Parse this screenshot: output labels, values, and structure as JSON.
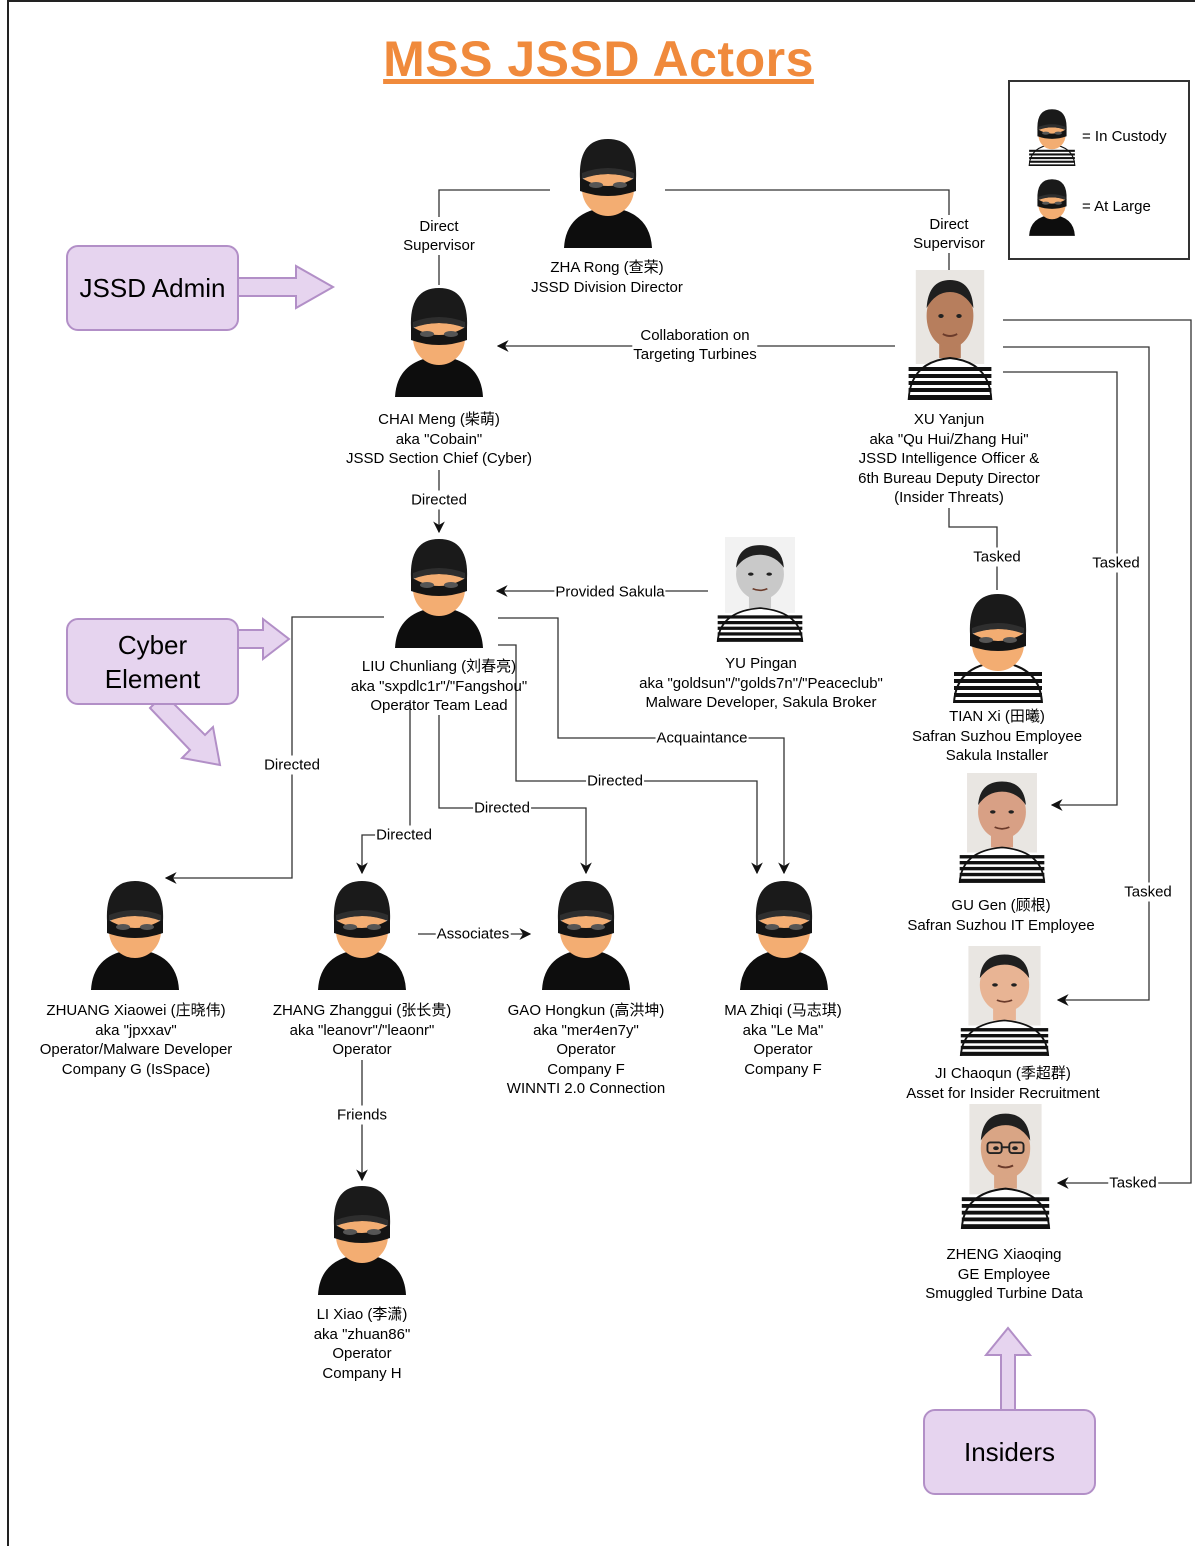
{
  "title": "MSS JSSD Actors",
  "legend": {
    "in_custody": "= In Custody",
    "at_large": "= At Large"
  },
  "callouts": {
    "jssd_admin": "JSSD Admin",
    "cyber_element": "Cyber\nElement",
    "insiders": "Insiders"
  },
  "people": [
    {
      "key": "zha",
      "status": "at-large",
      "lines": [
        "ZHA Rong (查荣)",
        "JSSD Division Director"
      ]
    },
    {
      "key": "chai",
      "status": "at-large",
      "lines": [
        "CHAI Meng (柴萌)",
        "aka \"Cobain\"",
        "JSSD Section Chief (Cyber)"
      ]
    },
    {
      "key": "xu",
      "status": "in-custody",
      "lines": [
        "XU Yanjun",
        "aka \"Qu Hui/Zhang Hui\"",
        "JSSD Intelligence Officer &",
        "6th Bureau Deputy Director",
        "(Insider Threats)"
      ]
    },
    {
      "key": "liu",
      "status": "at-large",
      "lines": [
        "LIU Chunliang (刘春亮)",
        "aka \"sxpdlc1r\"/\"Fangshou\"",
        "Operator Team Lead"
      ]
    },
    {
      "key": "yu",
      "status": "in-custody",
      "lines": [
        "YU Pingan",
        "aka \"goldsun\"/\"golds7n\"/\"Peaceclub\"",
        "Malware Developer, Sakula Broker"
      ]
    },
    {
      "key": "tian",
      "status": "in-custody",
      "lines": [
        "TIAN Xi (田曦)",
        "Safran Suzhou Employee",
        "Sakula Installer"
      ]
    },
    {
      "key": "gu",
      "status": "in-custody",
      "lines": [
        "GU Gen (顾根)",
        "Safran Suzhou IT Employee"
      ]
    },
    {
      "key": "ji",
      "status": "in-custody",
      "lines": [
        "JI Chaoqun (季超群)",
        "Asset for Insider Recruitment"
      ]
    },
    {
      "key": "zheng",
      "status": "in-custody",
      "lines": [
        "ZHENG Xiaoqing",
        "GE Employee",
        "Smuggled Turbine Data"
      ]
    },
    {
      "key": "zhuang",
      "status": "at-large",
      "lines": [
        "ZHUANG Xiaowei (庄晓伟)",
        "aka \"jpxxav\"",
        "Operator/Malware Developer",
        "Company G (IsSpace)"
      ]
    },
    {
      "key": "zhang",
      "status": "at-large",
      "lines": [
        "ZHANG Zhanggui (张长贵)",
        "aka \"leanovr\"/\"leaonr\"",
        "Operator"
      ]
    },
    {
      "key": "gao",
      "status": "at-large",
      "lines": [
        "GAO Hongkun (高洪坤)",
        "aka \"mer4en7y\"",
        "Operator",
        "Company F",
        "WINNTI 2.0 Connection"
      ]
    },
    {
      "key": "ma",
      "status": "at-large",
      "lines": [
        "MA Zhiqi (马志琪)",
        "aka \"Le Ma\"",
        "Operator",
        "Company F"
      ]
    },
    {
      "key": "li",
      "status": "at-large",
      "lines": [
        "LI Xiao (李潇)",
        "aka \"zhuan86\"",
        "Operator",
        "Company H"
      ]
    }
  ],
  "edges": {
    "zha_chai": "Direct\nSupervisor",
    "zha_xu": "Direct\nSupervisor",
    "xu_chai": "Collaboration on\nTargeting Turbines",
    "chai_liu": "Directed",
    "yu_liu": "Provided Sakula",
    "liu_zhuang": "Directed",
    "liu_zhang": "Directed",
    "liu_gao": "Directed",
    "liu_ma_directed": "Directed",
    "liu_ma_acq": "Acquaintance",
    "zhang_gao": "Associates",
    "zhang_li": "Friends",
    "xu_tian": "Tasked",
    "xu_gu": "Tasked",
    "xu_ji": "Tasked",
    "xu_zheng": "Tasked"
  }
}
